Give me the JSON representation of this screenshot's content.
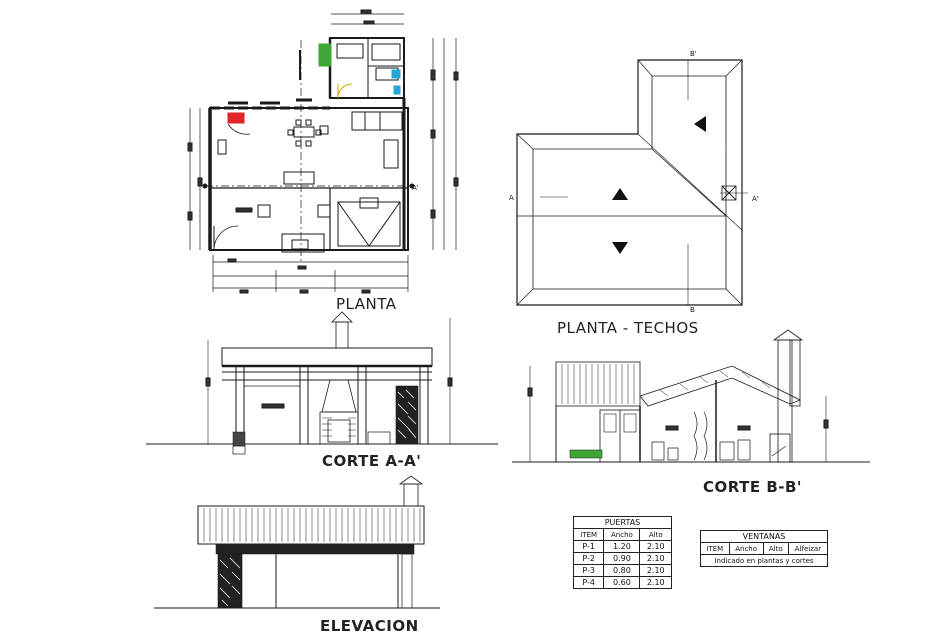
{
  "titles": {
    "planta": "PLANTA",
    "planta_techos": "PLANTA - TECHOS",
    "corte_aa": "CORTE A-A'",
    "corte_bb": "CORTE B-B'",
    "elevacion": "ELEVACION"
  },
  "section_marks": {
    "a": "A",
    "a_prime": "A'",
    "b": "B",
    "b_prime": "B'"
  },
  "puertas": {
    "title": "PUERTAS",
    "headers": [
      "ITEM",
      "Ancho",
      "Alto"
    ],
    "rows": [
      [
        "P-1",
        "1.20",
        "2.10"
      ],
      [
        "P-2",
        "0.90",
        "2.10"
      ],
      [
        "P-3",
        "0.80",
        "2.10"
      ],
      [
        "P-4",
        "0.60",
        "2.10"
      ]
    ]
  },
  "ventanas": {
    "title": "VENTANAS",
    "headers": [
      "ITEM",
      "Ancho",
      "Alto",
      "Alfeizar"
    ],
    "note": "Indicado en plantas y cortes"
  },
  "colors": {
    "line": "#1a1a1a",
    "accent_red": "#e0262b",
    "accent_green": "#3fa535",
    "accent_cyan": "#22a7d8",
    "accent_yellow": "#d9a400"
  }
}
